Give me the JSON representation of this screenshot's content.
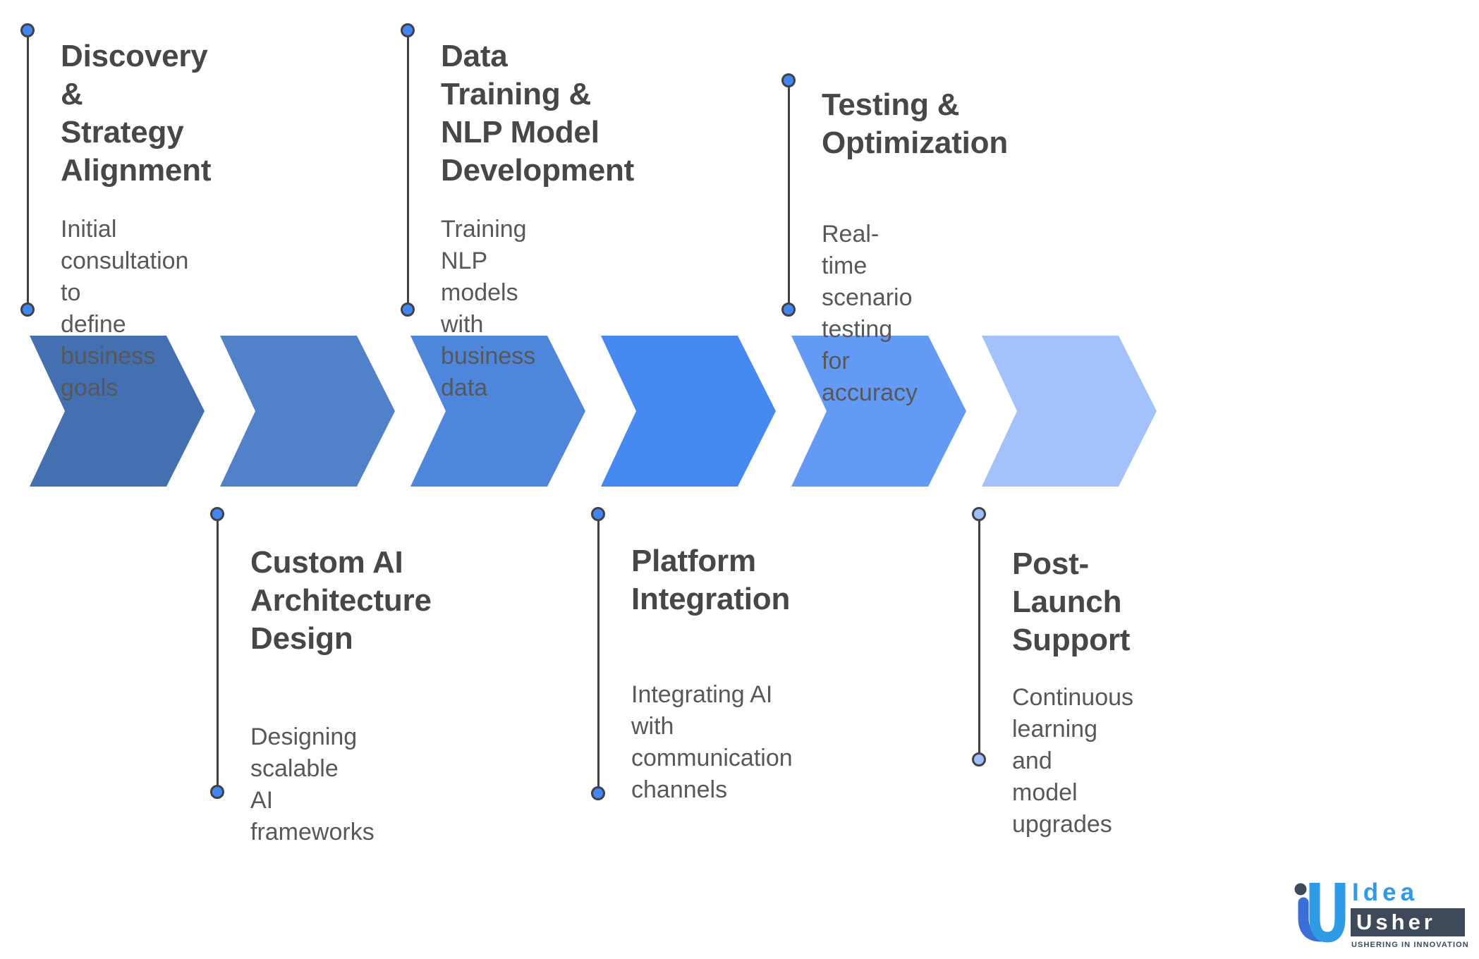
{
  "steps": [
    {
      "title": "Discovery &\nStrategy\nAlignment",
      "desc": "Initial consultation to\ndefine business goals",
      "dot_color": "#4285F4",
      "row": "top"
    },
    {
      "title": "Data Training &\nNLP Model\nDevelopment",
      "desc": "Training NLP models\nwith business data",
      "dot_color": "#4285F4",
      "row": "top"
    },
    {
      "title": "Testing &\nOptimization",
      "desc": "Real-time scenario testing\nfor accuracy",
      "dot_color": "#4285F4",
      "row": "top"
    },
    {
      "title": "Custom AI\nArchitecture\nDesign",
      "desc": "Designing scalable\nAI frameworks",
      "dot_color": "#4285F4",
      "row": "bottom"
    },
    {
      "title": "Platform\nIntegration",
      "desc": "Integrating AI with\ncommunication\nchannels",
      "dot_color": "#4285F4",
      "row": "bottom"
    },
    {
      "title": "Post-Launch\nSupport",
      "desc": "Continuous learning and\nmodel upgrades",
      "dot_color": "#9DBEFB",
      "row": "bottom"
    }
  ],
  "chevron_colors": [
    "#4470B2",
    "#5181C8",
    "#4E86DC",
    "#4689F0",
    "#639AF6",
    "#A3C1FA"
  ],
  "colors": {
    "background": "#ffffff",
    "connector_line": "#424242",
    "title_text": "#474747",
    "description_text": "#585858",
    "logo_slate": "#3E4A59",
    "logo_azure": "#2F9BE6",
    "logo_royal": "#3A6FD8"
  },
  "logo": {
    "brand_top": "Idea",
    "brand_bottom": "Usher",
    "tagline": "USHERING IN INNOVATION"
  }
}
